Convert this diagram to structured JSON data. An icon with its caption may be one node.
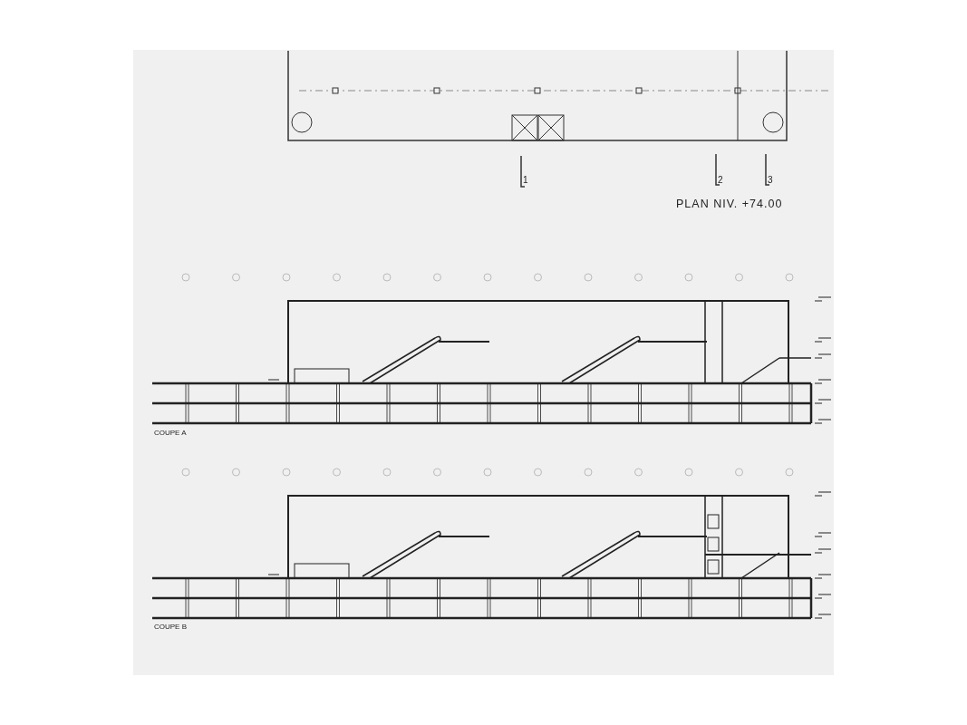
{
  "diagram": {
    "labels": [
      "1",
      "2",
      "3",
      "PLAN NIV. +74.00",
      "COUPE A",
      "COUPE B"
    ]
  }
}
